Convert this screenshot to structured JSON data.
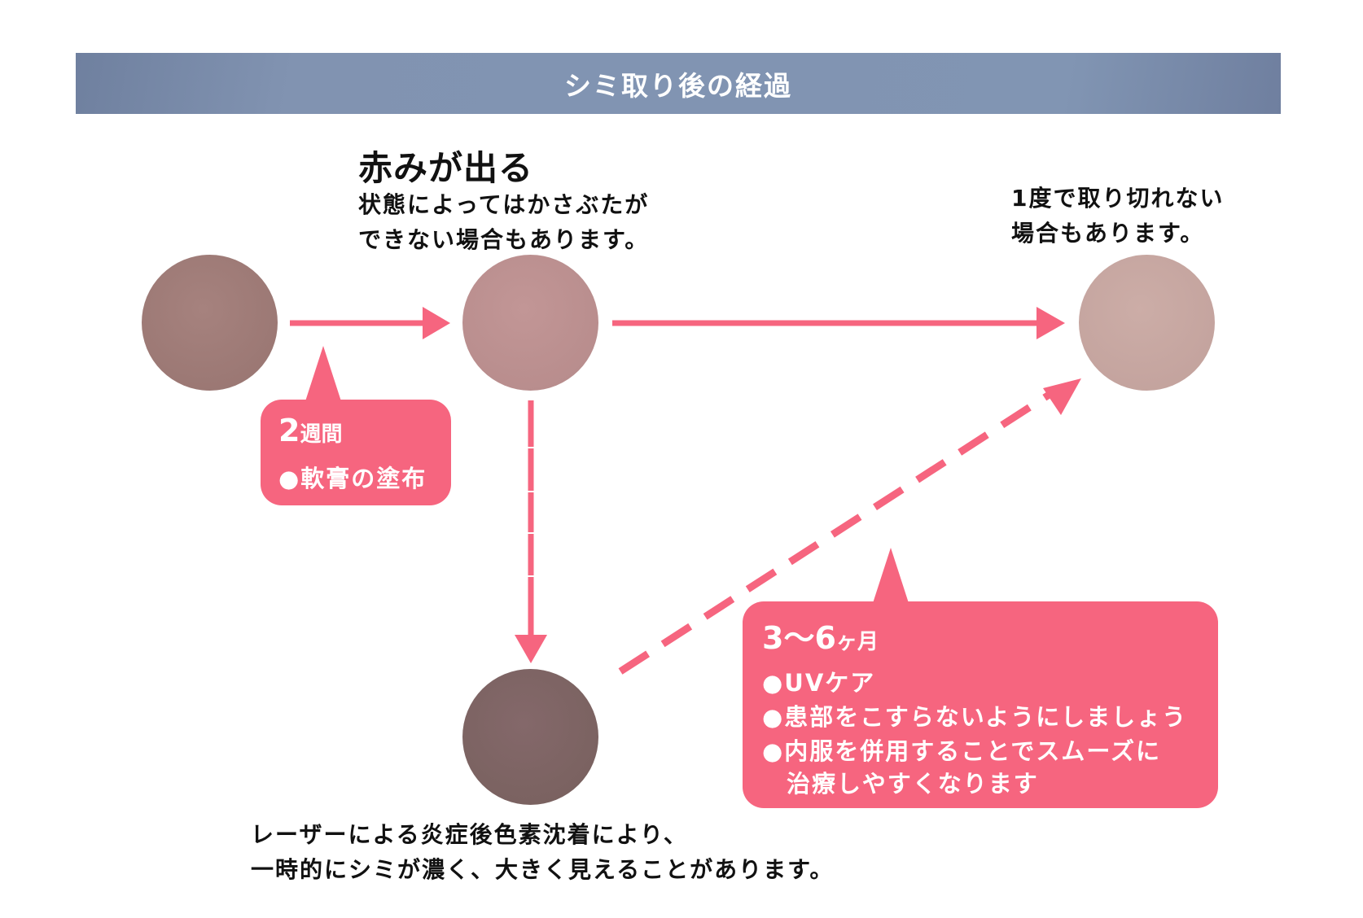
{
  "header": {
    "title": "シミ取り後の経過"
  },
  "stage_red": {
    "heading": "赤みが出る",
    "lines": [
      "状態によってはかさぶたが",
      "できない場合もあります。"
    ]
  },
  "stage_right": {
    "lines": [
      "1度で取り切れない",
      "場合もあります。"
    ]
  },
  "stage_dark": {
    "lines": [
      "レーザーによる炎症後色素沈着により、",
      "一時的にシミが濃く、大きく見えることがあります。"
    ]
  },
  "callout_two_weeks": {
    "number": "2",
    "unit": "週間",
    "items": [
      "●軟膏の塗布"
    ]
  },
  "callout_months": {
    "number": "3〜6",
    "unit": "ヶ月",
    "items": [
      "●UVケア",
      "●患部をこすらないようにしましょう",
      "●内服を併用することでスムーズに",
      "治療しやすくなります"
    ]
  },
  "colors": {
    "banner": "#8193b1",
    "accent_pink": "#f6657f",
    "spot_original": "#a07d7a",
    "spot_red": "#bd9090",
    "spot_faded": "#c8a8a2",
    "spot_dark": "#7e6260"
  }
}
